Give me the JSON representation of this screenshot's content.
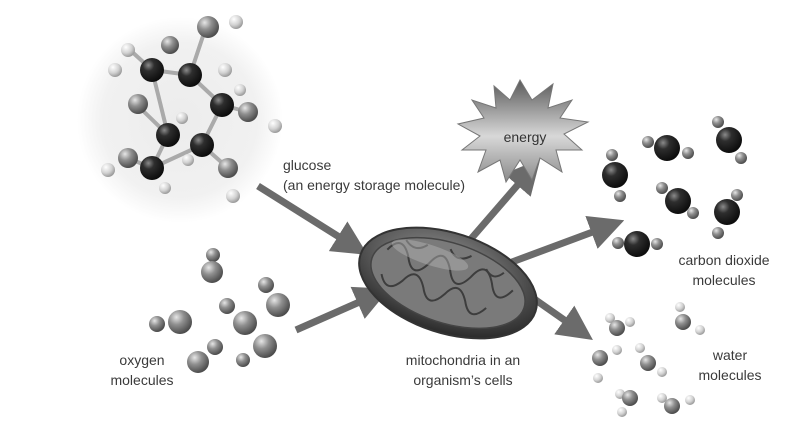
{
  "labels": {
    "glucose_line1": "glucose",
    "glucose_line2": "(an energy storage molecule)",
    "oxygen_line1": "oxygen",
    "oxygen_line2": "molecules",
    "mito_line1": "mitochondria in an",
    "mito_line2": "organism’s cells",
    "energy": "energy",
    "co2_line1": "carbon dioxide",
    "co2_line2": "molecules",
    "water_line1": "water",
    "water_line2": "molecules"
  },
  "colors": {
    "arrow": "#6b6b6b",
    "carbon": "#1f1f1f",
    "oxygen": "#8a8a8a",
    "hydrogen": "#d4d4d4",
    "text": "#3a3a3a"
  }
}
